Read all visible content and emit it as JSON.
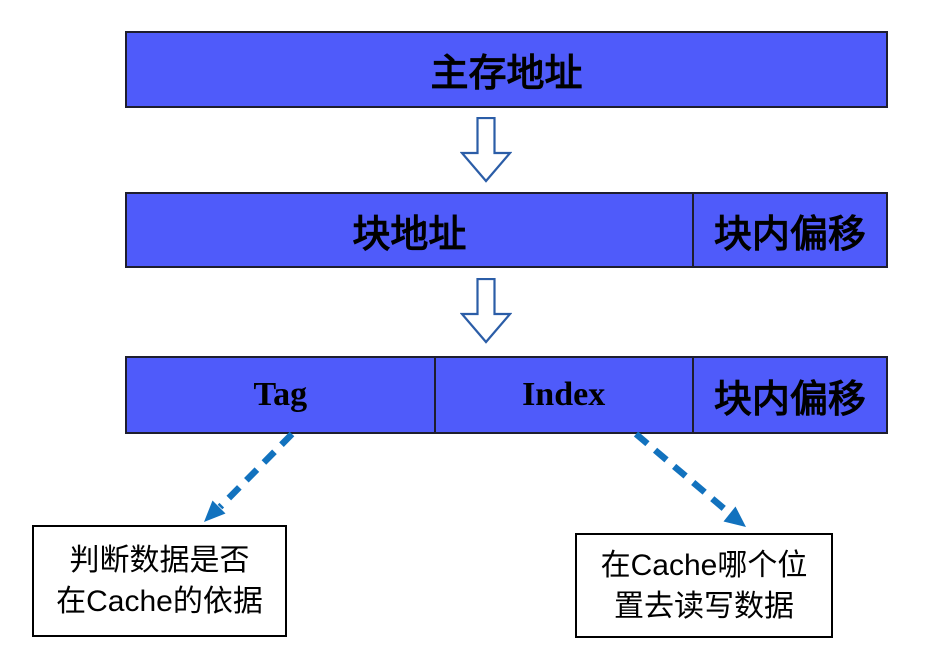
{
  "bars": {
    "main_memory": {
      "label": "主存地址"
    },
    "block": {
      "sections": [
        {
          "label": "块地址"
        },
        {
          "label": "块内偏移"
        }
      ]
    },
    "cache_fields": {
      "sections": [
        {
          "label": "Tag"
        },
        {
          "label": "Index"
        },
        {
          "label": "块内偏移"
        }
      ]
    }
  },
  "callouts": {
    "tag": {
      "line1": "判断数据是否",
      "line2": "在Cache的依据"
    },
    "index": {
      "line1": "在Cache哪个位",
      "line2": "置去读写数据"
    }
  },
  "colors": {
    "bar_fill": "#4F5BFA",
    "bar_border": "#1E1E2E",
    "block_arrow_outline": "#2B5DA7",
    "dashed_arrow": "#1272BE",
    "callout_border": "#000000",
    "text": "#000000",
    "background": "#FFFFFF"
  }
}
